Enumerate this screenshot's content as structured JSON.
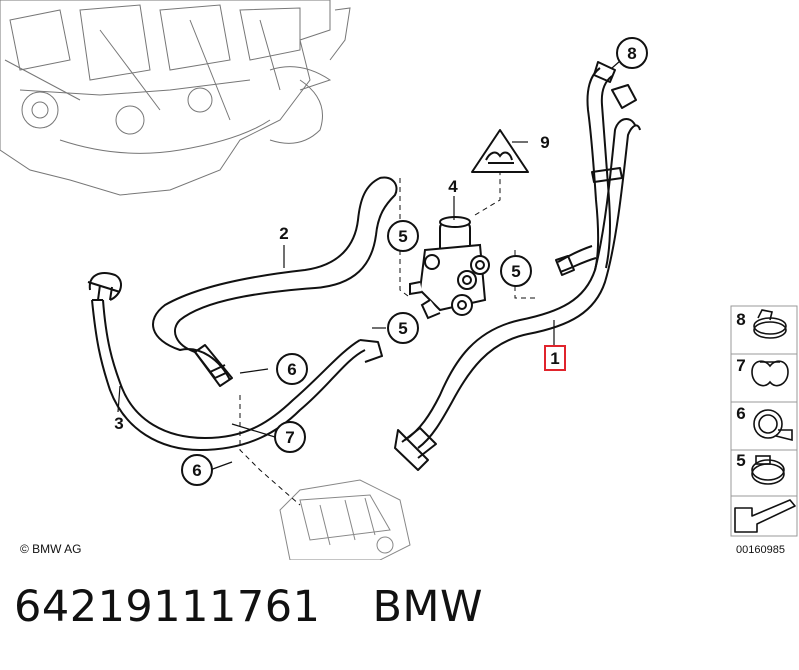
{
  "callouts": {
    "c1": "1",
    "c2": "2",
    "c3": "3",
    "c4": "4",
    "c5a": "5",
    "c5b": "5",
    "c5c": "5",
    "c6a": "6",
    "c6b": "6",
    "c7": "7",
    "c8": "8",
    "c9": "9"
  },
  "legend": [
    {
      "num": "8",
      "icon": "spring-clamp-icon"
    },
    {
      "num": "7",
      "icon": "clip-icon"
    },
    {
      "num": "6",
      "icon": "hose-clamp-icon"
    },
    {
      "num": "5",
      "icon": "worm-clamp-icon"
    }
  ],
  "copyright": "© BMW AG",
  "ref_id": "00160985",
  "caption": {
    "part_number": "64219111761",
    "brand": "BMW"
  },
  "colors": {
    "highlight": "#e0242c",
    "line": "#111111"
  }
}
